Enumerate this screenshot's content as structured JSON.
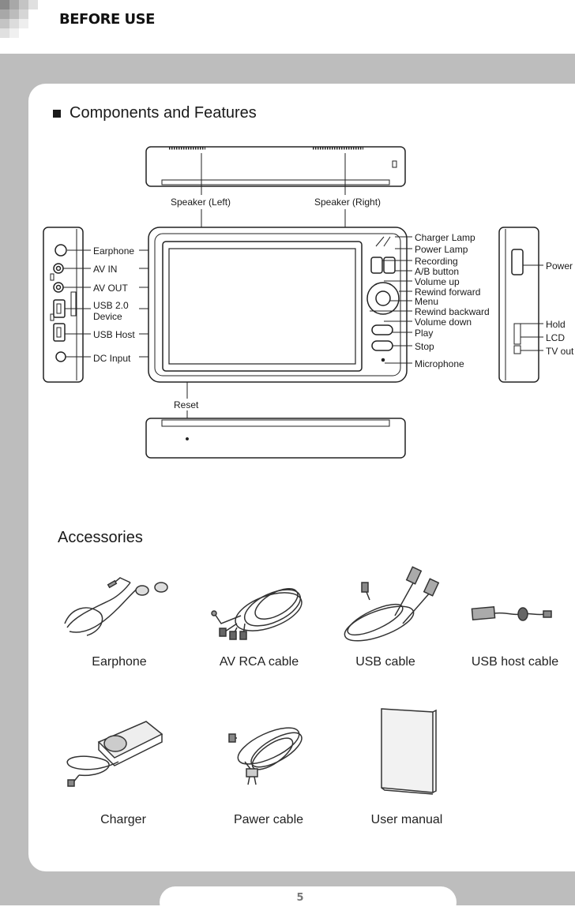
{
  "header": {
    "title": "BEFORE USE"
  },
  "components": {
    "heading": "Components and Features",
    "top_labels": [
      "Speaker (Left)",
      "Speaker (Right)"
    ],
    "left_labels": [
      "Earphone",
      "AV IN",
      "AV OUT",
      "USB 2.0",
      "Device",
      "USB Host",
      "DC Input"
    ],
    "right_labels": [
      "Charger Lamp",
      "Power Lamp",
      "Recording",
      "A/B button",
      "Volume up",
      "Rewind forward",
      "Menu",
      "Rewind backward",
      "Volume down",
      "Play",
      "Stop",
      "Microphone"
    ],
    "side_labels": [
      "Power",
      "Hold",
      "LCD",
      "TV out"
    ],
    "bottom_label": "Reset"
  },
  "accessories": {
    "heading": "Accessories",
    "items": [
      "Earphone",
      "AV RCA cable",
      "USB cable",
      "USB host cable",
      "Charger",
      "Pawer cable",
      "User manual"
    ]
  },
  "footer": {
    "page_number": "5"
  }
}
